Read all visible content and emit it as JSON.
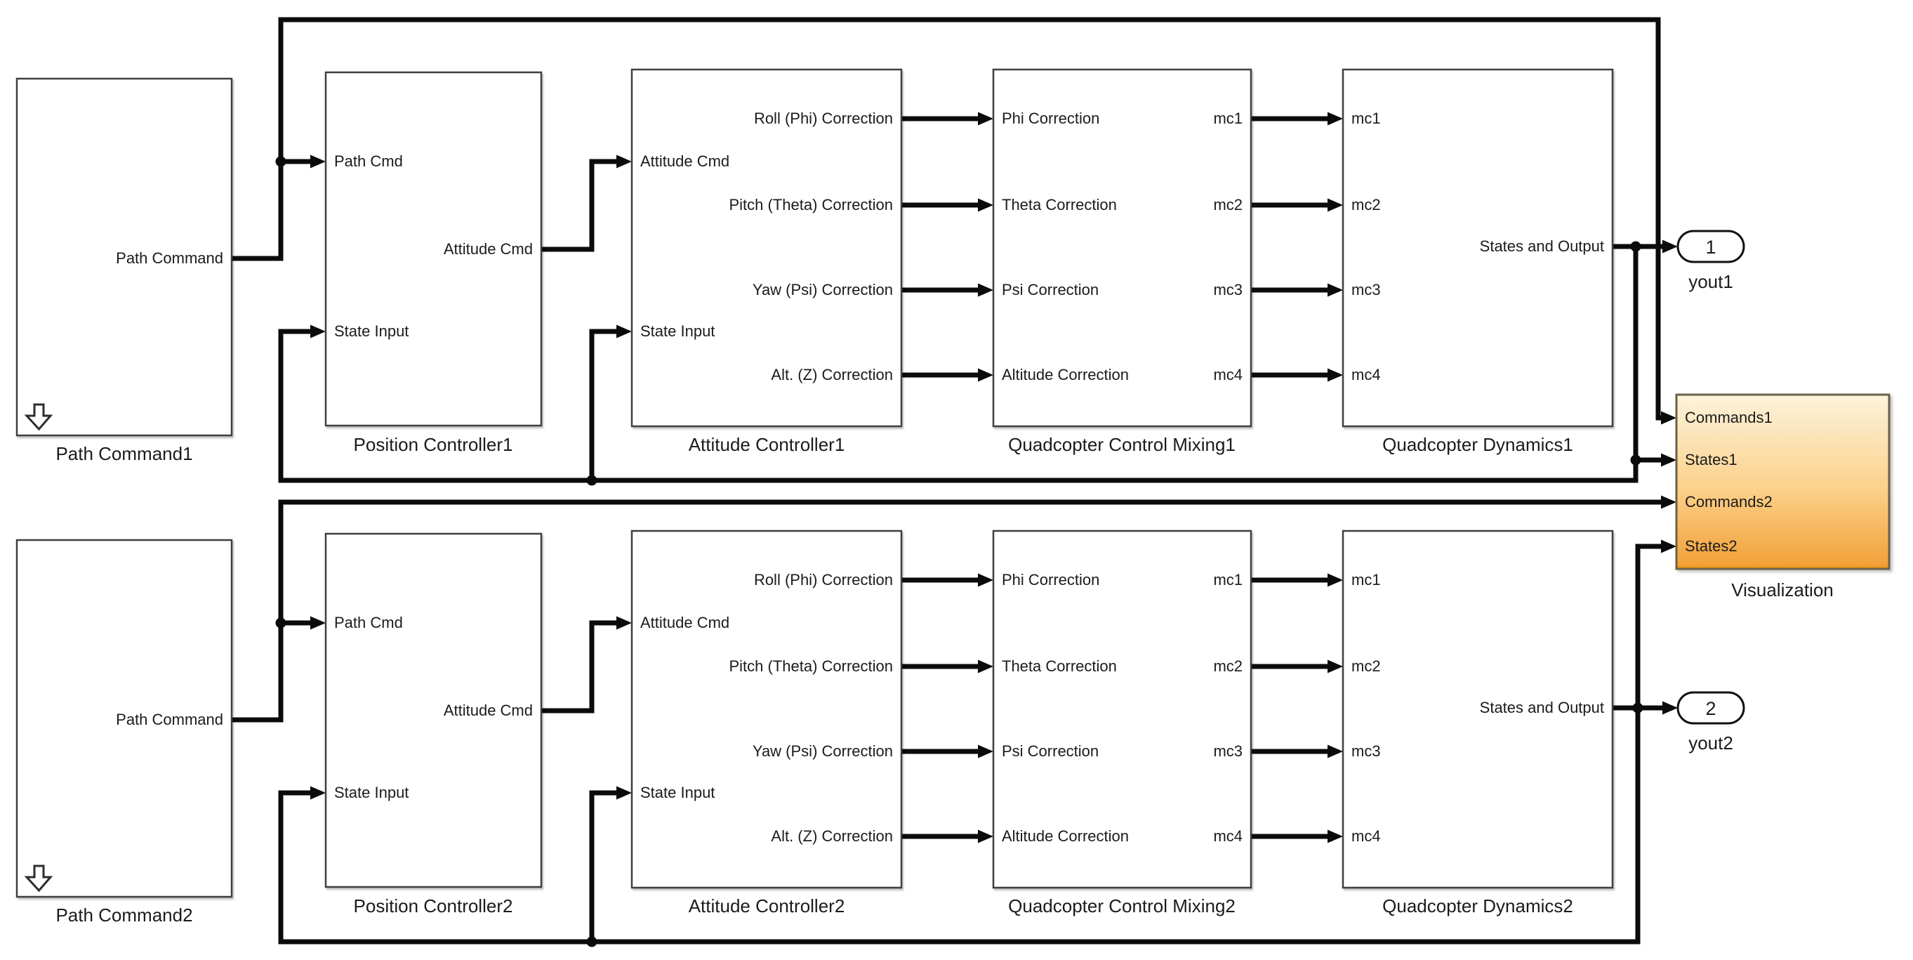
{
  "colors": {
    "background": "#ffffff",
    "wire": "#0b0b0b",
    "block_border": "#3f3f3f",
    "visualization_gradient_top": "#fdf3dc",
    "visualization_gradient_mid": "#fbd089",
    "visualization_gradient_bottom": "#f2a23a",
    "visualization_bottom_accent": "#ee9212"
  },
  "path_command": {
    "out_port": "Path Command",
    "names": [
      "Path Command1",
      "Path Command2"
    ]
  },
  "position_controller": {
    "in_port_1": "Path Cmd",
    "in_port_2": "State Input",
    "out_port": "Attitude Cmd",
    "names": [
      "Position Controller1",
      "Position Controller2"
    ]
  },
  "attitude_controller": {
    "in_port_1": "Attitude Cmd",
    "in_port_2": "State Input",
    "out_port_1": "Roll (Phi) Correction",
    "out_port_2": "Pitch (Theta) Correction",
    "out_port_3": "Yaw (Psi) Correction",
    "out_port_4": "Alt. (Z) Correction",
    "names": [
      "Attitude Controller1",
      "Attitude Controller2"
    ]
  },
  "control_mixing": {
    "in_port_1": "Phi Correction",
    "in_port_2": "Theta Correction",
    "in_port_3": "Psi Correction",
    "in_port_4": "Altitude Correction",
    "out_port_1": "mc1",
    "out_port_2": "mc2",
    "out_port_3": "mc3",
    "out_port_4": "mc4",
    "names": [
      "Quadcopter Control Mixing1",
      "Quadcopter Control Mixing2"
    ]
  },
  "dynamics": {
    "in_port_1": "mc1",
    "in_port_2": "mc2",
    "in_port_3": "mc3",
    "in_port_4": "mc4",
    "out_port": "States and Output",
    "names": [
      "Quadcopter Dynamics1",
      "Quadcopter Dynamics2"
    ]
  },
  "outports": [
    {
      "number": "1",
      "label": "yout1"
    },
    {
      "number": "2",
      "label": "yout2"
    }
  ],
  "visualization": {
    "in_port_1": "Commands1",
    "in_port_2": "States1",
    "in_port_3": "Commands2",
    "in_port_4": "States2",
    "name": "Visualization"
  }
}
